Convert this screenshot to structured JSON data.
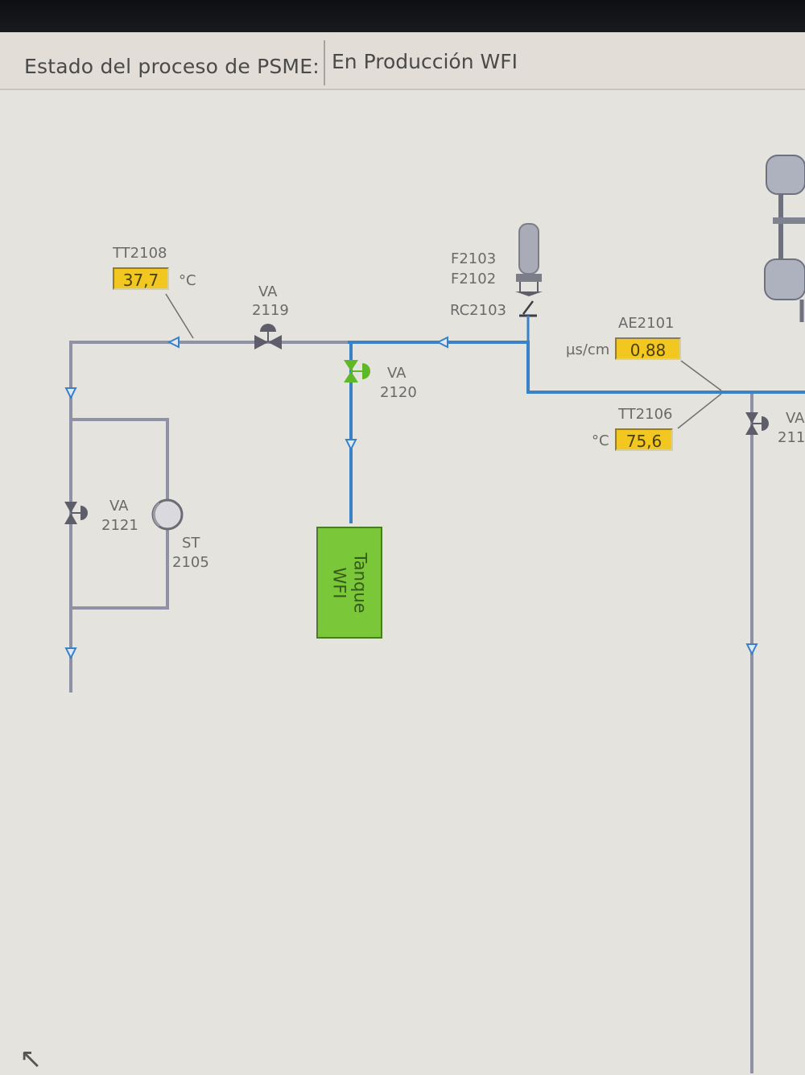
{
  "status": {
    "label": "Estado del proceso de PSME:",
    "value": "En Producción WFI"
  },
  "instruments": {
    "tt2108": {
      "tag": "TT2108",
      "value": "37,7",
      "unit": "°C"
    },
    "ae2101": {
      "tag": "AE2101",
      "value": "0,88",
      "unit": "µs/cm"
    },
    "tt2106": {
      "tag": "TT2106",
      "value": "75,6",
      "unit": "°C"
    }
  },
  "valves": {
    "va2119": {
      "tag": "VA",
      "number": "2119"
    },
    "va2120": {
      "tag": "VA",
      "number": "2120"
    },
    "va2121": {
      "tag": "VA",
      "number": "2121"
    },
    "va211x": {
      "tag": "VA",
      "number": "211"
    }
  },
  "equipment": {
    "filter_tags": [
      "F2103",
      "F2102"
    ],
    "rc": "RC2103",
    "steam_trap": {
      "tag": "ST",
      "number": "2105"
    },
    "tank": {
      "line1": "Tanque",
      "line2": "WFI"
    }
  },
  "colors": {
    "background": "#e4e3de",
    "pipe_grey": "#8f92a6",
    "pipe_blue": "#3a82c8",
    "value_box": "#f2c820",
    "tank_green": "#7ac73a",
    "valve_green": "#5fb828"
  }
}
